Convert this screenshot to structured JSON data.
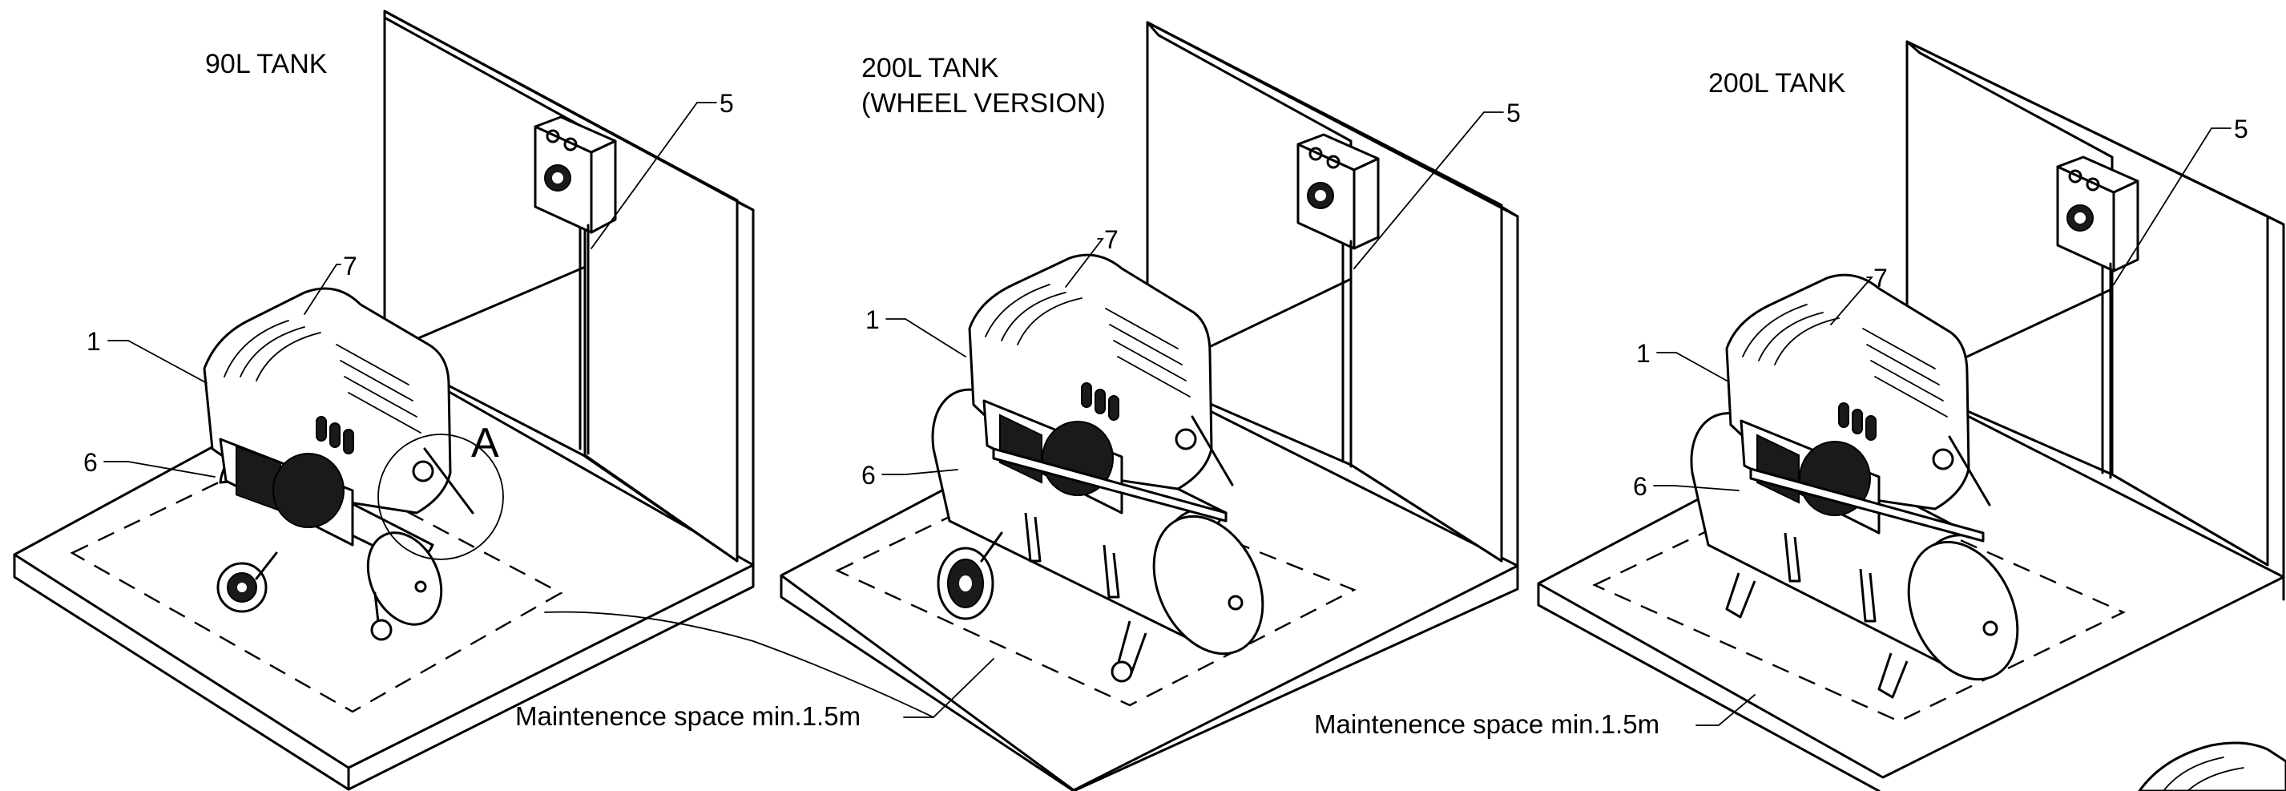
{
  "scenes": [
    {
      "title_lines": [
        "90L TANK"
      ],
      "callouts": {
        "c1": "1",
        "c6": "6",
        "c7": "7",
        "c5": "5"
      },
      "detail_mark": "A"
    },
    {
      "title_lines": [
        "200L TANK",
        "(WHEEL VERSION)"
      ],
      "callouts": {
        "c1": "1",
        "c6": "6",
        "c7": "7",
        "c5": "5"
      }
    },
    {
      "title_lines": [
        "200L TANK"
      ],
      "callouts": {
        "c1": "1",
        "c6": "6",
        "c7": "7",
        "c5": "5"
      }
    }
  ],
  "captions": [
    "Maintenence space min.1.5m",
    "Maintenence space min.1.5m"
  ]
}
